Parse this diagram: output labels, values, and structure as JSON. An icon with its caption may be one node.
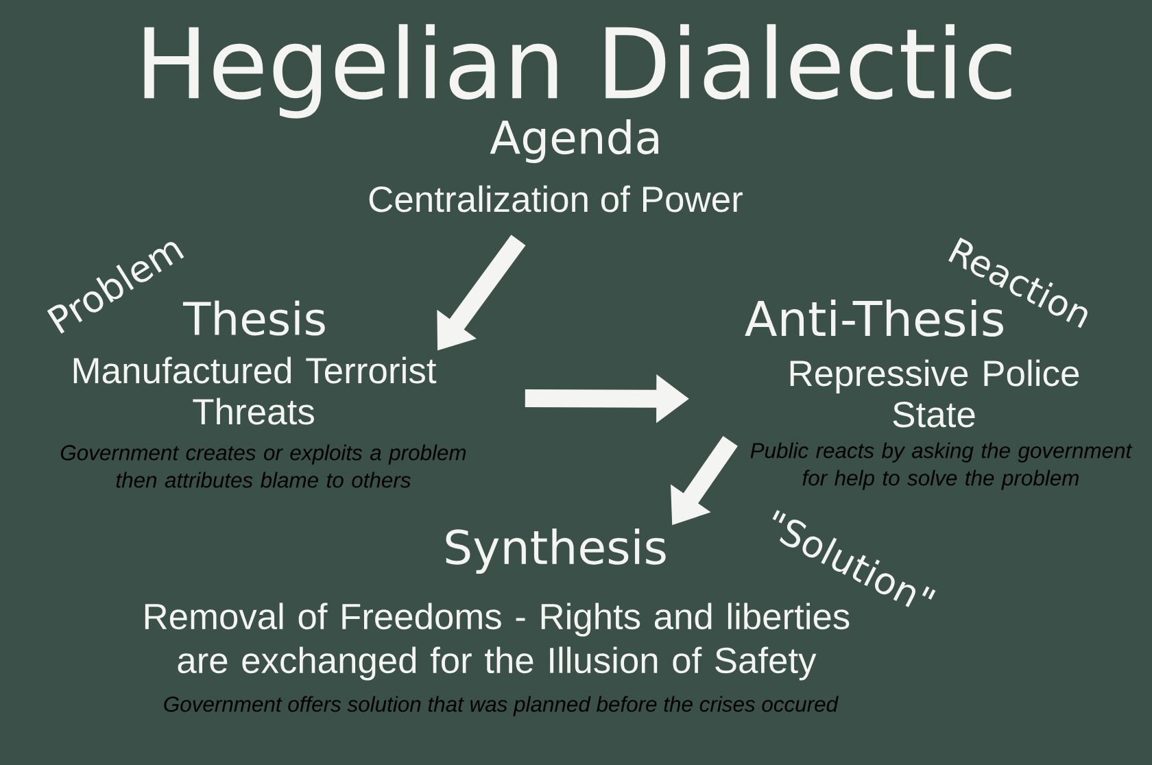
{
  "diagram": {
    "title": "Hegelian Dialectic",
    "nodes": [
      {
        "text": [
          "Agenda",
          "Centralization of Power"
        ]
      },
      {
        "text": [
          "Thesis",
          "Manufactured Terrorist Threats",
          "Government creates or exploits a problem then attributes blame to others"
        ],
        "beside": [
          "Problem"
        ]
      },
      {
        "text": [
          "Anti-Thesis",
          "Repressive Police State",
          "Public reacts by asking the government for help to solve the problem"
        ],
        "beside": [
          "Reaction"
        ]
      },
      {
        "text": [
          "Synthesis",
          "Removal of Freedoms - Rights and liberties are exchanged for the Illusion of Safety",
          "Government offers solution that was planned before the crises occured"
        ],
        "beside": [
          "\"Solution\""
        ]
      }
    ],
    "edges": [
      {
        "from": 0,
        "to": 1,
        "arrow": "to"
      },
      {
        "from": 1,
        "to": 2,
        "arrow": "to"
      },
      {
        "from": 2,
        "to": 3,
        "arrow": "to"
      }
    ]
  }
}
